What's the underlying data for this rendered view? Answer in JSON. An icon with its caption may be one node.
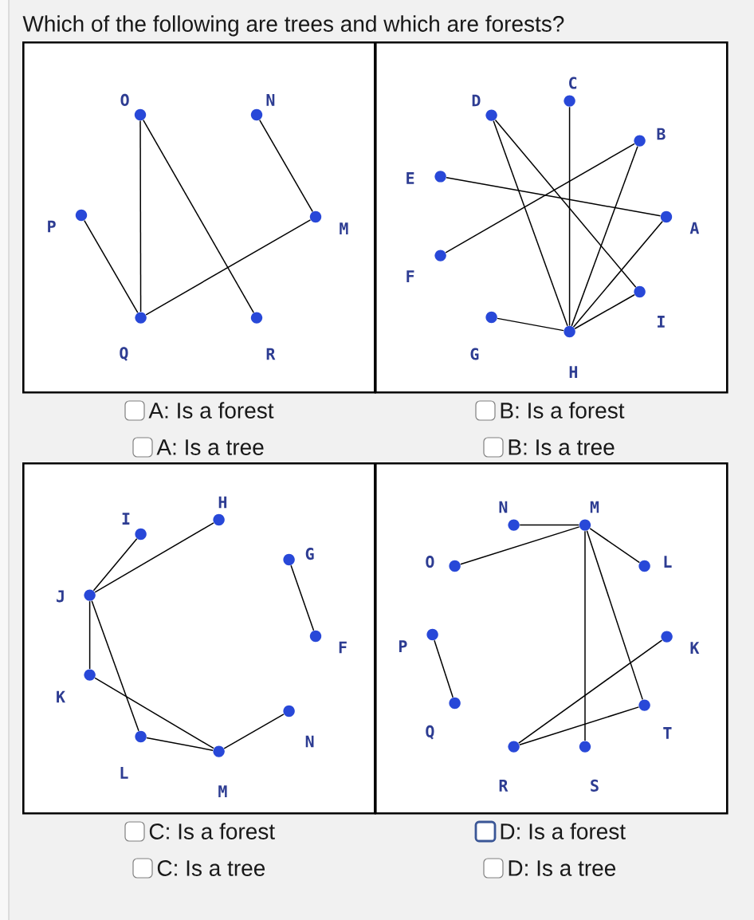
{
  "diagram": {
    "title": "Which of the following are trees and which are forests?",
    "nodes": [
      {
        "text": [],
        "shape": "box"
      },
      {
        "text": [],
        "shape": "circle",
        "beside": [
          "O"
        ],
        "in": 0
      },
      {
        "text": [],
        "shape": "circle",
        "beside": [
          "N"
        ],
        "in": 0
      },
      {
        "text": [],
        "shape": "circle",
        "beside": [
          "P"
        ],
        "in": 0
      },
      {
        "text": [],
        "shape": "circle",
        "beside": [
          "M"
        ],
        "in": 0
      },
      {
        "text": [],
        "shape": "circle",
        "beside": [
          "Q"
        ],
        "in": 0
      },
      {
        "text": [],
        "shape": "circle",
        "beside": [
          "R"
        ],
        "in": 0
      },
      {
        "text": [],
        "shape": "box"
      },
      {
        "text": [],
        "shape": "circle",
        "beside": [
          "C"
        ],
        "in": 7
      },
      {
        "text": [],
        "shape": "circle",
        "beside": [
          "D"
        ],
        "in": 7
      },
      {
        "text": [],
        "shape": "circle",
        "beside": [
          "B"
        ],
        "in": 7
      },
      {
        "text": [],
        "shape": "circle",
        "beside": [
          "E"
        ],
        "in": 7
      },
      {
        "text": [],
        "shape": "circle",
        "beside": [
          "A"
        ],
        "in": 7
      },
      {
        "text": [],
        "shape": "circle",
        "beside": [
          "F"
        ],
        "in": 7
      },
      {
        "text": [],
        "shape": "circle",
        "beside": [
          "I"
        ],
        "in": 7
      },
      {
        "text": [],
        "shape": "circle",
        "beside": [
          "G"
        ],
        "in": 7
      },
      {
        "text": [],
        "shape": "circle",
        "beside": [
          "H"
        ],
        "in": 7
      },
      {
        "text": [],
        "shape": "box"
      },
      {
        "text": [],
        "shape": "circle",
        "beside": [
          "H"
        ],
        "in": 17
      },
      {
        "text": [],
        "shape": "circle",
        "beside": [
          "I"
        ],
        "in": 17
      },
      {
        "text": [],
        "shape": "circle",
        "beside": [
          "G"
        ],
        "in": 17
      },
      {
        "text": [],
        "shape": "circle",
        "beside": [
          "J"
        ],
        "in": 17
      },
      {
        "text": [],
        "shape": "circle",
        "beside": [
          "F"
        ],
        "in": 17
      },
      {
        "text": [],
        "shape": "circle",
        "beside": [
          "K"
        ],
        "in": 17
      },
      {
        "text": [],
        "shape": "circle",
        "beside": [
          "N"
        ],
        "in": 17
      },
      {
        "text": [],
        "shape": "circle",
        "beside": [
          "L"
        ],
        "in": 17
      },
      {
        "text": [],
        "shape": "circle",
        "beside": [
          "M"
        ],
        "in": 17
      },
      {
        "text": [],
        "shape": "box"
      },
      {
        "text": [],
        "shape": "circle",
        "beside": [
          "N"
        ],
        "in": 27
      },
      {
        "text": [],
        "shape": "circle",
        "beside": [
          "M"
        ],
        "in": 27
      },
      {
        "text": [],
        "shape": "circle",
        "beside": [
          "O"
        ],
        "in": 27
      },
      {
        "text": [],
        "shape": "circle",
        "beside": [
          "L"
        ],
        "in": 27
      },
      {
        "text": [],
        "shape": "circle",
        "beside": [
          "P"
        ],
        "in": 27
      },
      {
        "text": [],
        "shape": "circle",
        "beside": [
          "K"
        ],
        "in": 27
      },
      {
        "text": [],
        "shape": "circle",
        "beside": [
          "Q"
        ],
        "in": 27
      },
      {
        "text": [],
        "shape": "circle",
        "beside": [
          "T"
        ],
        "in": 27
      },
      {
        "text": [],
        "shape": "circle",
        "beside": [
          "R"
        ],
        "in": 27
      },
      {
        "text": [],
        "shape": "circle",
        "beside": [
          "S"
        ],
        "in": 27
      }
    ],
    "edges": [
      {
        "from": 1,
        "to": 5,
        "arrow": "none"
      },
      {
        "from": 1,
        "to": 6,
        "arrow": "none"
      },
      {
        "from": 2,
        "to": 4,
        "arrow": "none"
      },
      {
        "from": 3,
        "to": 5,
        "arrow": "none"
      },
      {
        "from": 5,
        "to": 4,
        "arrow": "none"
      },
      {
        "from": 8,
        "to": 16,
        "arrow": "none"
      },
      {
        "from": 9,
        "to": 16,
        "arrow": "none"
      },
      {
        "from": 9,
        "to": 14,
        "arrow": "none"
      },
      {
        "from": 10,
        "to": 13,
        "arrow": "none"
      },
      {
        "from": 10,
        "to": 16,
        "arrow": "none"
      },
      {
        "from": 11,
        "to": 12,
        "arrow": "none"
      },
      {
        "from": 12,
        "to": 16,
        "arrow": "none"
      },
      {
        "from": 14,
        "to": 16,
        "arrow": "none"
      },
      {
        "from": 15,
        "to": 16,
        "arrow": "none"
      },
      {
        "from": 19,
        "to": 21,
        "arrow": "none"
      },
      {
        "from": 18,
        "to": 21,
        "arrow": "none"
      },
      {
        "from": 20,
        "to": 22,
        "arrow": "none"
      },
      {
        "from": 21,
        "to": 23,
        "arrow": "none"
      },
      {
        "from": 21,
        "to": 25,
        "arrow": "none"
      },
      {
        "from": 23,
        "to": 26,
        "arrow": "none"
      },
      {
        "from": 25,
        "to": 26,
        "arrow": "none"
      },
      {
        "from": 24,
        "to": 26,
        "arrow": "none"
      },
      {
        "from": 28,
        "to": 29,
        "arrow": "none"
      },
      {
        "from": 30,
        "to": 29,
        "arrow": "none"
      },
      {
        "from": 29,
        "to": 31,
        "arrow": "none"
      },
      {
        "from": 29,
        "to": 37,
        "arrow": "none"
      },
      {
        "from": 29,
        "to": 35,
        "arrow": "none"
      },
      {
        "from": 32,
        "to": 34,
        "arrow": "none"
      },
      {
        "from": 33,
        "to": 36,
        "arrow": "none"
      },
      {
        "from": 36,
        "to": 35,
        "arrow": "none"
      }
    ],
    "labels": [
      "A: Is a forest",
      "B: Is a forest",
      "A: Is a tree",
      "B: Is a tree",
      "C: Is a forest",
      "D: Is a forest",
      "C: Is a tree",
      "D: Is a tree"
    ]
  }
}
